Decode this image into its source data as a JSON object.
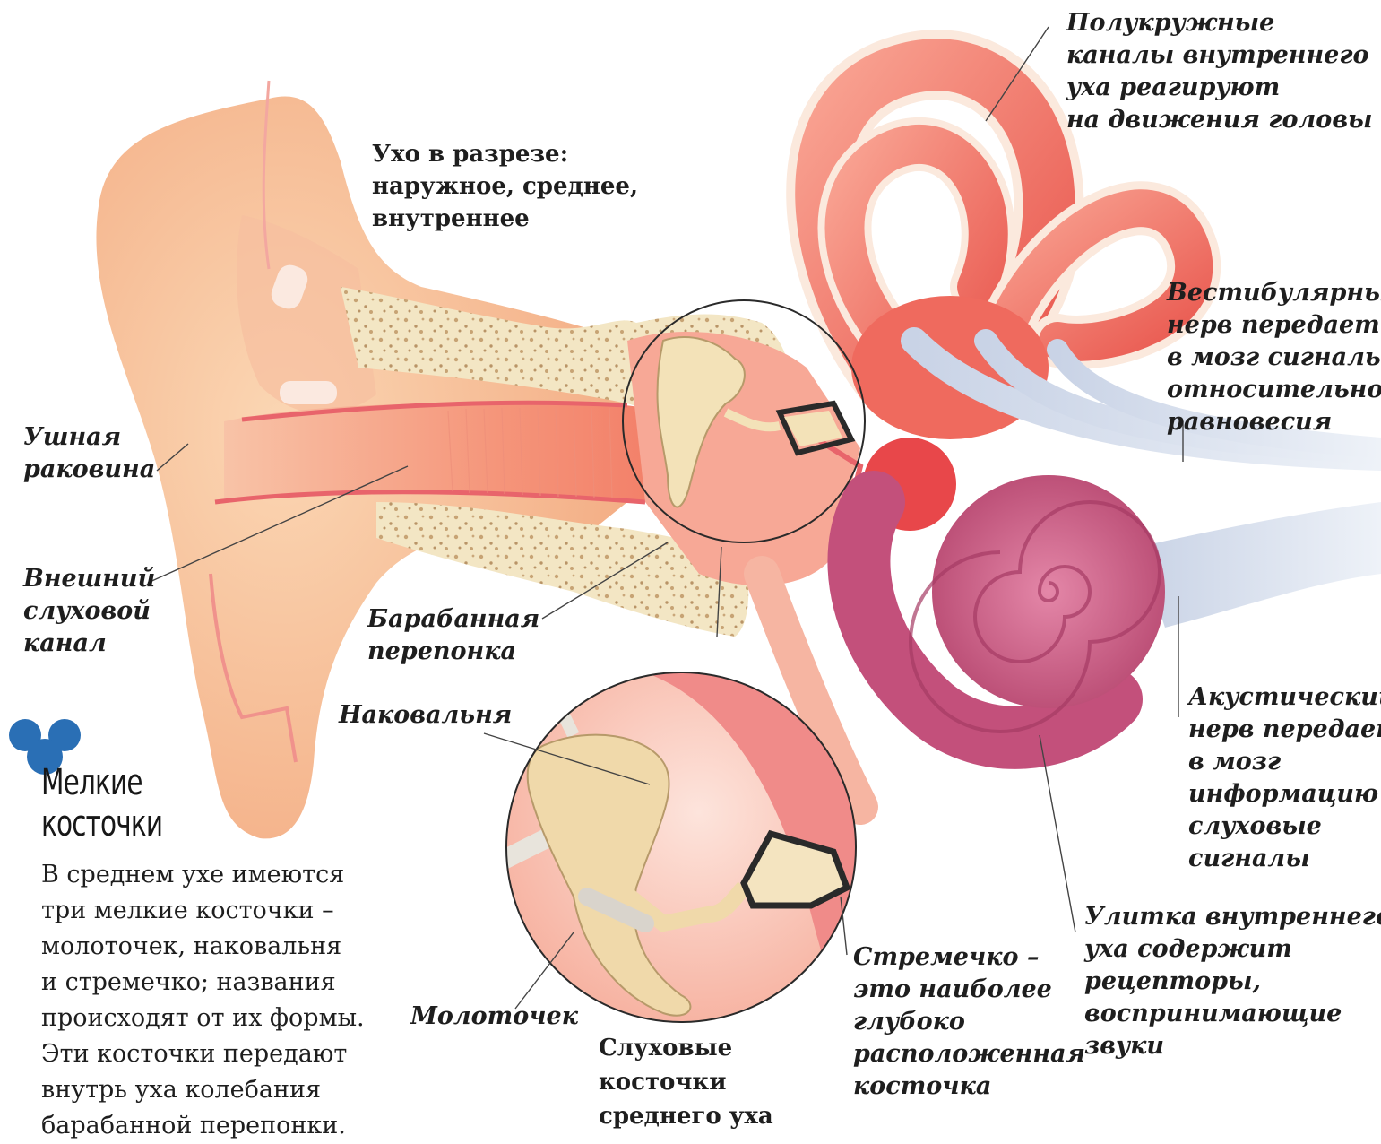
{
  "colors": {
    "skin": "#f7c49c",
    "canal": "#f6a98f",
    "bone": "#f3e6c4",
    "semicircular": "#f47e6f",
    "cochlea": "#cf5f86",
    "nerve": "#dfe6f2",
    "badge": "#2a6fb5"
  },
  "labels": {
    "title": [
      "Ухо в разрезе:",
      "наружное, среднее,",
      "внутреннее"
    ],
    "semicircular": [
      "Полукружные",
      "каналы внутреннего",
      "уха реагируют",
      "на движения головы"
    ],
    "vestibular": [
      "Вестибулярный",
      "нерв передает",
      "в мозг сигналы",
      "относительно",
      "равновесия"
    ],
    "auricle": [
      "Ушная",
      "раковина"
    ],
    "ear_canal": [
      "Внешний",
      "слуховой",
      "канал"
    ],
    "eardrum": [
      "Барабанная",
      "перепонка"
    ],
    "incus": [
      "Наковальня"
    ],
    "malleus": [
      "Молоточек"
    ],
    "stapes": [
      "Стремечко –",
      "это наиболее",
      "глубоко",
      "расположенная",
      "косточка"
    ],
    "ossicles": [
      "Слуховые",
      "косточки",
      "среднего уха"
    ],
    "acoustic": [
      "Акустический",
      "нерв передает",
      "в мозг",
      "информацию",
      "слуховые",
      "сигналы"
    ],
    "cochlea": [
      "Улитка внутреннего",
      "уха содержит",
      "рецепторы,",
      "воспринимающие",
      "звуки"
    ]
  },
  "sidebar": {
    "badge_icon": "mickey-ears-icon",
    "heading": [
      "Мелкие",
      "косточки"
    ],
    "text": [
      "В среднем ухе имеются",
      "три мелкие косточки –",
      "молоточек, наковальня",
      "и стремечко; названия",
      "происходят от их формы.",
      "Эти косточки передают",
      "внутрь уха колебания",
      "барабанной перепонки."
    ]
  }
}
